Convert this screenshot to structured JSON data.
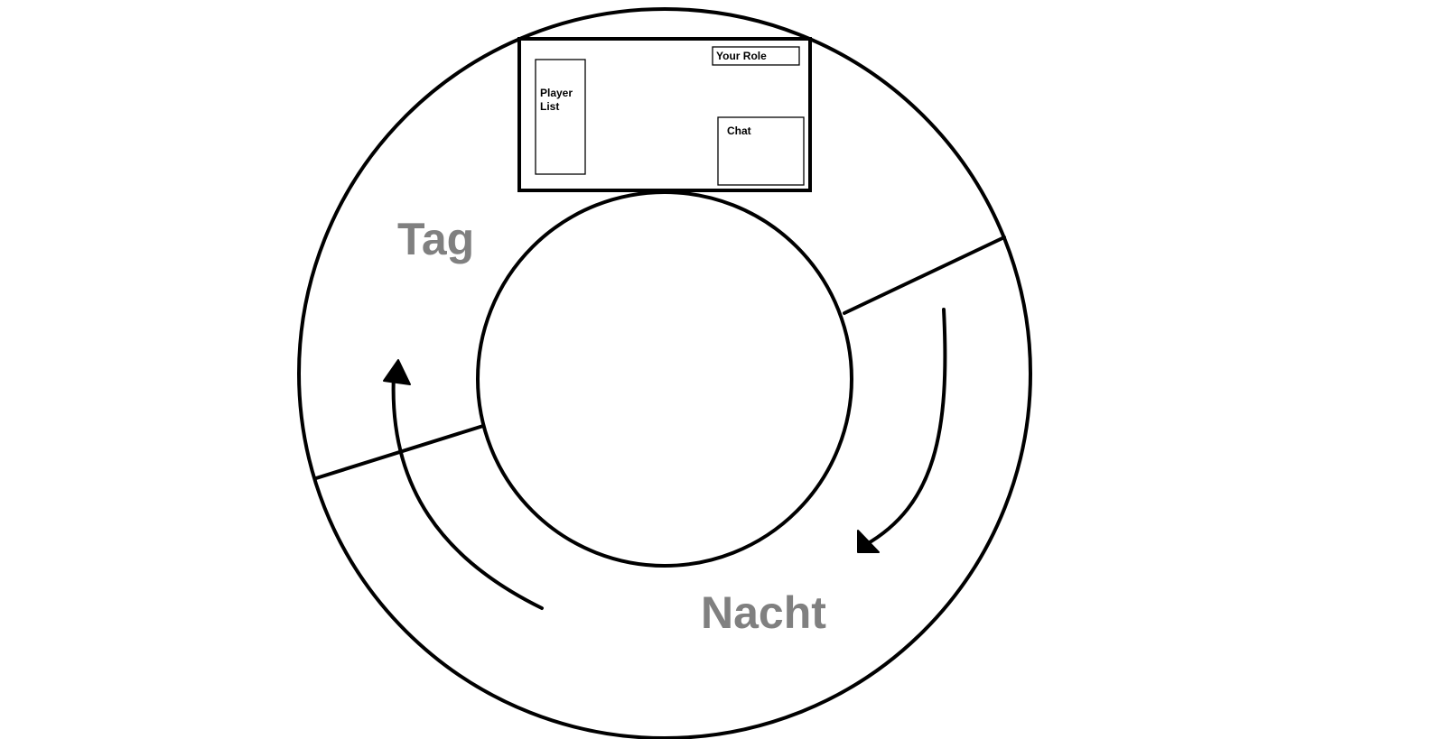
{
  "phases": {
    "day_label": "Tag",
    "night_label": "Nacht",
    "label_color": "#808080"
  },
  "panel": {
    "player_list_line1": "Player",
    "player_list_line2": "List",
    "your_role_label": "Your Role",
    "chat_label": "Chat"
  },
  "colors": {
    "stroke": "#000000",
    "background": "#ffffff"
  }
}
